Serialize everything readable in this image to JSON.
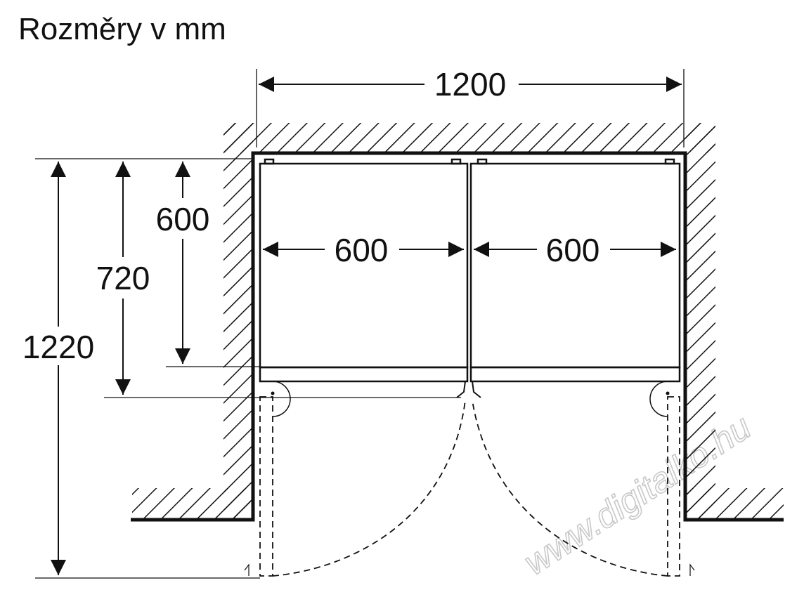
{
  "title": "Rozměry v mm",
  "dimensions": {
    "total_width": "1200",
    "left_unit_width": "600",
    "right_unit_width": "600",
    "total_depth_door_open": "1220",
    "depth_with_door": "720",
    "body_depth": "600"
  },
  "watermark": "www.digitalko.hu",
  "colors": {
    "line": "#111111",
    "watermark": "#c8c8c8",
    "background": "#ffffff"
  }
}
